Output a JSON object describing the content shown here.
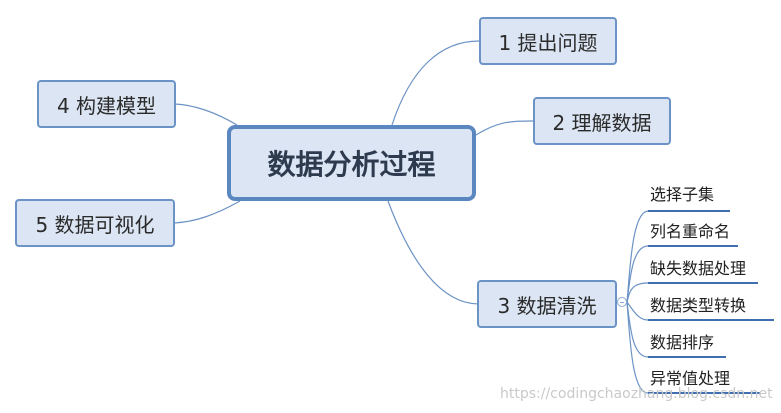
{
  "root": "数据分析过程",
  "branches": [
    {
      "label": "1 提出问题"
    },
    {
      "label": "2 理解数据"
    },
    {
      "label": "3 数据清洗"
    },
    {
      "label": "4 构建模型"
    },
    {
      "label": "5 数据可视化"
    }
  ],
  "cleaning_steps": [
    "选择子集",
    "列名重命名",
    "缺失数据处理",
    "数据类型转换",
    "数据排序",
    "异常值处理"
  ],
  "watermark": "https://codingchaozhang.blog.csdn.net",
  "colors": {
    "node_fill": "#dbe5f3",
    "node_border": "#6c93c5",
    "root_border": "#5b87c0",
    "connector": "#6c93c5",
    "leaf_underline": "#3f6fb0"
  }
}
